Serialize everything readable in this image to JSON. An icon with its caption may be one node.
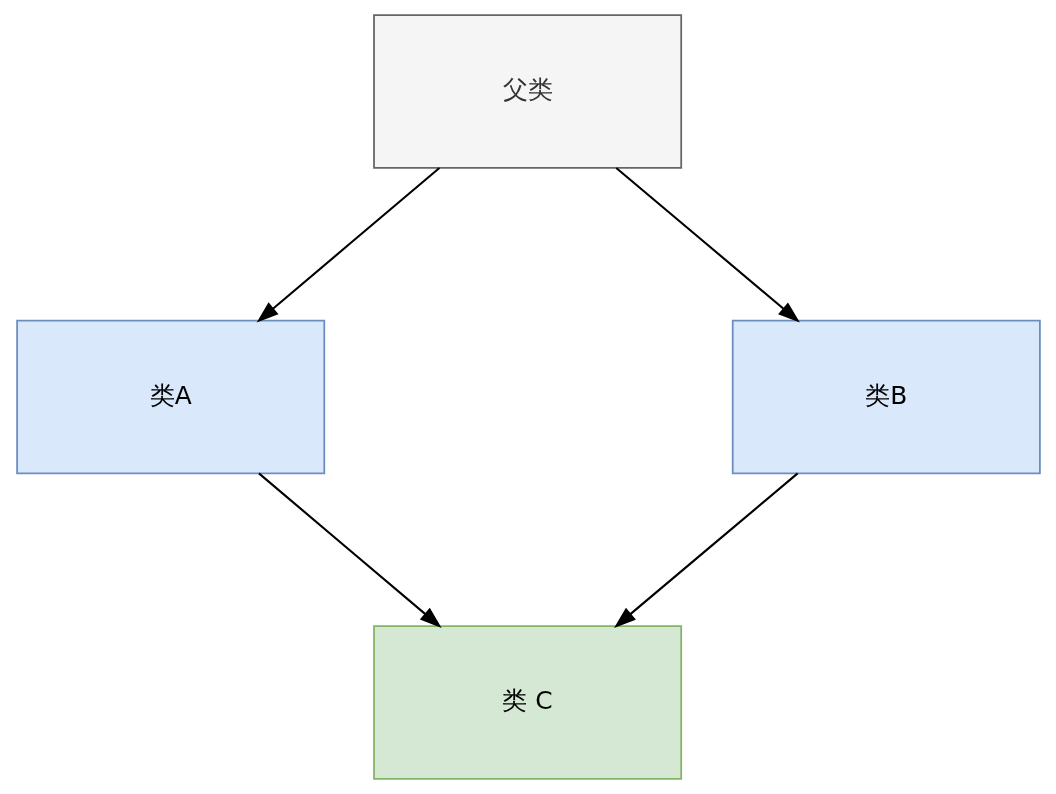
{
  "diagram": {
    "nodes": [
      {
        "text": [
          "父类"
        ]
      },
      {
        "text": [
          "类A"
        ]
      },
      {
        "text": [
          "类B"
        ]
      },
      {
        "text": [
          "类 C"
        ]
      }
    ],
    "edges": [
      {
        "from": 0,
        "to": 1,
        "arrow": "to"
      },
      {
        "from": 0,
        "to": 2,
        "arrow": "to"
      },
      {
        "from": 1,
        "to": 3,
        "arrow": "to"
      },
      {
        "from": 2,
        "to": 3,
        "arrow": "to"
      }
    ]
  }
}
